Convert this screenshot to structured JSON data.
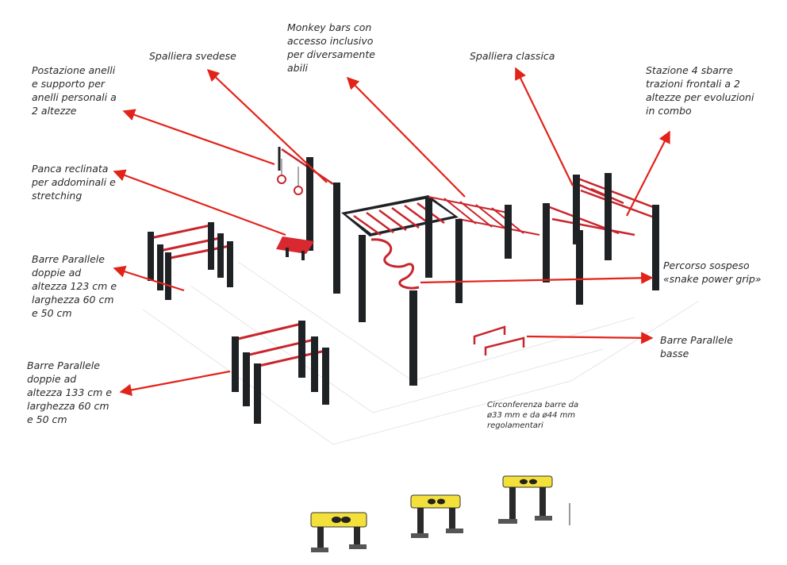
{
  "labels": {
    "postazione_anelli": "Postazione anelli\ne supporto per\nanelli personali a\n2 altezze",
    "spalliera_svedese": "Spalliera svedese",
    "monkey_bars": "Monkey bars con\naccesso inclusivo\nper diversamente\nabili",
    "spalliera_classica": "Spalliera classica",
    "stazione_4_sbarre": "Stazione 4 sbarre\ntrazioni frontali a 2\naltezze per evoluzioni\nin combo",
    "panca_reclinata": "Panca reclinata\nper addominali e\nstretching",
    "barre_parallele_123": "Barre Parallele\ndoppie ad\naltezza 123 cm e\nlarghezza 60 cm\ne 50 cm",
    "percorso_sospeso": "Percorso sospeso\n«snake power grip»",
    "barre_parallele_basse": "Barre Parallele\nbasse",
    "barre_parallele_133": "Barre Parallele\ndoppie ad\naltezza 133 cm e\nlarghezza 60 cm\ne 50 cm",
    "circonferenza": "Circonferenza barre da\nø33 mm e da ø44 mm\nregolamentari"
  },
  "colors": {
    "arrow": "#e2231a",
    "post": "#1f2224",
    "accent_red": "#d9282f",
    "stepper_yellow": "#f3e03b"
  }
}
